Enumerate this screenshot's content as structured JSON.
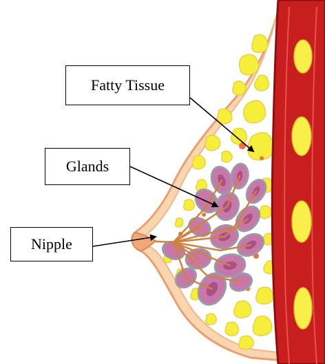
{
  "labels": {
    "fatty_tissue": "Fatty Tissue",
    "glands": "Glands",
    "nipple": "Nipple"
  },
  "colors": {
    "skin_outline": "#e8a070",
    "skin_fill": "#f9d5b0",
    "fat": "#f5ee3a",
    "fat_edge": "#e8c840",
    "tissue_bg": "#ffffff",
    "gland_outer": "#9a9aa8",
    "gland_fill": "#c878a8",
    "gland_lobule": "#a85088",
    "duct": "#d08040",
    "muscle": "#c81e1e",
    "muscle_dark": "#8a1010",
    "rib": "#f7ef4a",
    "spot": "#f07040",
    "arrow": "#000000"
  }
}
